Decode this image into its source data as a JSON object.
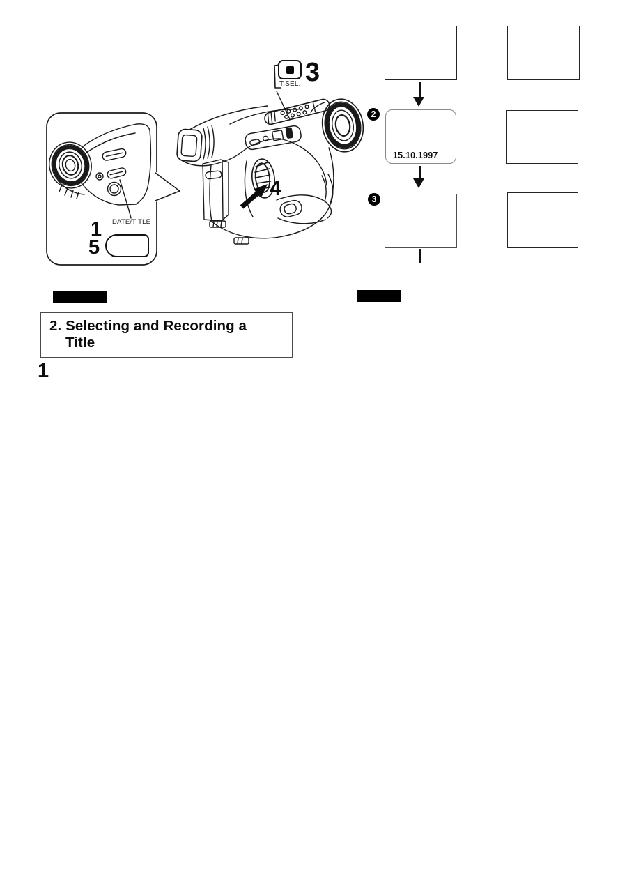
{
  "page": {
    "background": "#ffffff",
    "ink": "#1a1a1a"
  },
  "tsel_callout": {
    "label": "T.SEL.",
    "step": "3"
  },
  "date_title_inset": {
    "step_top": "1",
    "step_bottom": "5",
    "switch_label": "DATE/TITLE"
  },
  "camera": {
    "dial_step": "4"
  },
  "screen_flow": {
    "steps": [
      {
        "badge": "",
        "display": ""
      },
      {
        "badge": "2",
        "display": "15.10.1997"
      },
      {
        "badge": "3",
        "display": ""
      }
    ],
    "right_column_screens": 3
  },
  "redaction_bars": {
    "count": 2
  },
  "heading": {
    "line1": "2. Selecting and Recording a",
    "line2": "Title"
  },
  "step_marker": "1"
}
